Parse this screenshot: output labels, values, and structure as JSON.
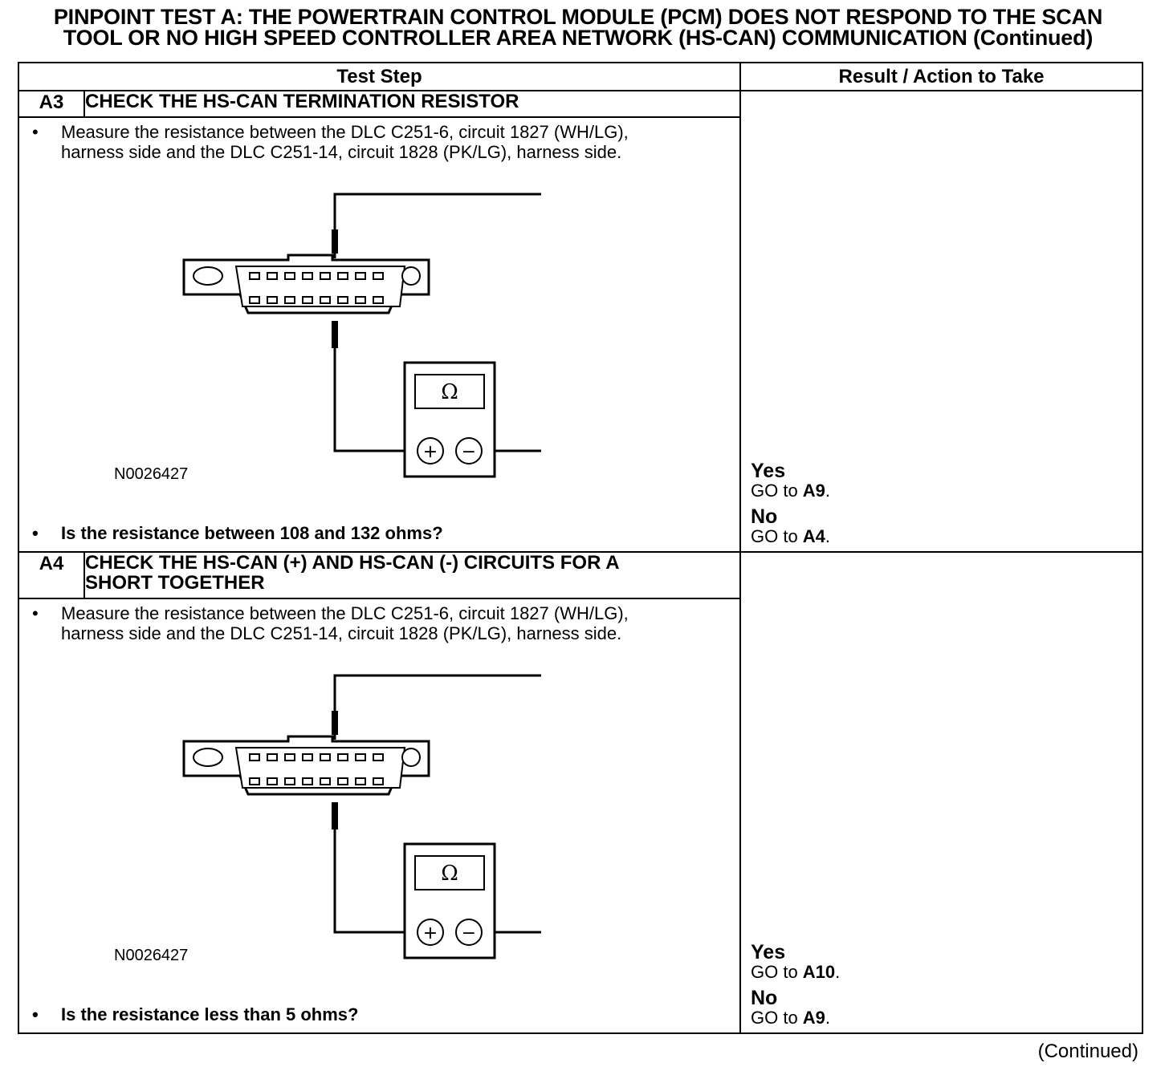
{
  "title_line1": "PINPOINT TEST  A: THE POWERTRAIN CONTROL MODULE (PCM) DOES NOT RESPOND TO THE SCAN",
  "title_line2": "TOOL OR NO HIGH SPEED CONTROLLER AREA NETWORK (HS-CAN) COMMUNICATION (Continued)",
  "columns": {
    "test_step": "Test Step",
    "result": "Result / Action to Take"
  },
  "steps": [
    {
      "id": "A3",
      "heading": "CHECK THE HS-CAN TERMINATION RESISTOR",
      "bullet1": "Measure the resistance between the DLC C251-6, circuit 1827 (WH/LG), harness side and the DLC C251-14, circuit 1828 (PK/LG), harness side.",
      "figure_id": "N0026427",
      "question": "Is the resistance between 108 and 132 ohms?",
      "yes_label": "Yes",
      "yes_action": "GO to ",
      "yes_target": "A9",
      "yes_end": ".",
      "no_label": "No",
      "no_action": "GO to ",
      "no_target": "A4",
      "no_end": "."
    },
    {
      "id": "A4",
      "heading": "CHECK THE HS-CAN (+) AND HS-CAN (-) CIRCUITS FOR A SHORT TOGETHER",
      "bullet1": "Measure the resistance between the DLC C251-6, circuit 1827 (WH/LG), harness side and the DLC C251-14, circuit 1828 (PK/LG), harness side.",
      "figure_id": "N0026427",
      "question": "Is the resistance less than 5 ohms?",
      "yes_label": "Yes",
      "yes_action": "GO to ",
      "yes_target": "A10",
      "yes_end": ".",
      "no_label": "No",
      "no_action": "GO to ",
      "no_target": "A9",
      "no_end": "."
    }
  ],
  "meter_symbol": "Ω",
  "plus_symbol": "+",
  "minus_symbol": "−",
  "continued": "(Continued)"
}
